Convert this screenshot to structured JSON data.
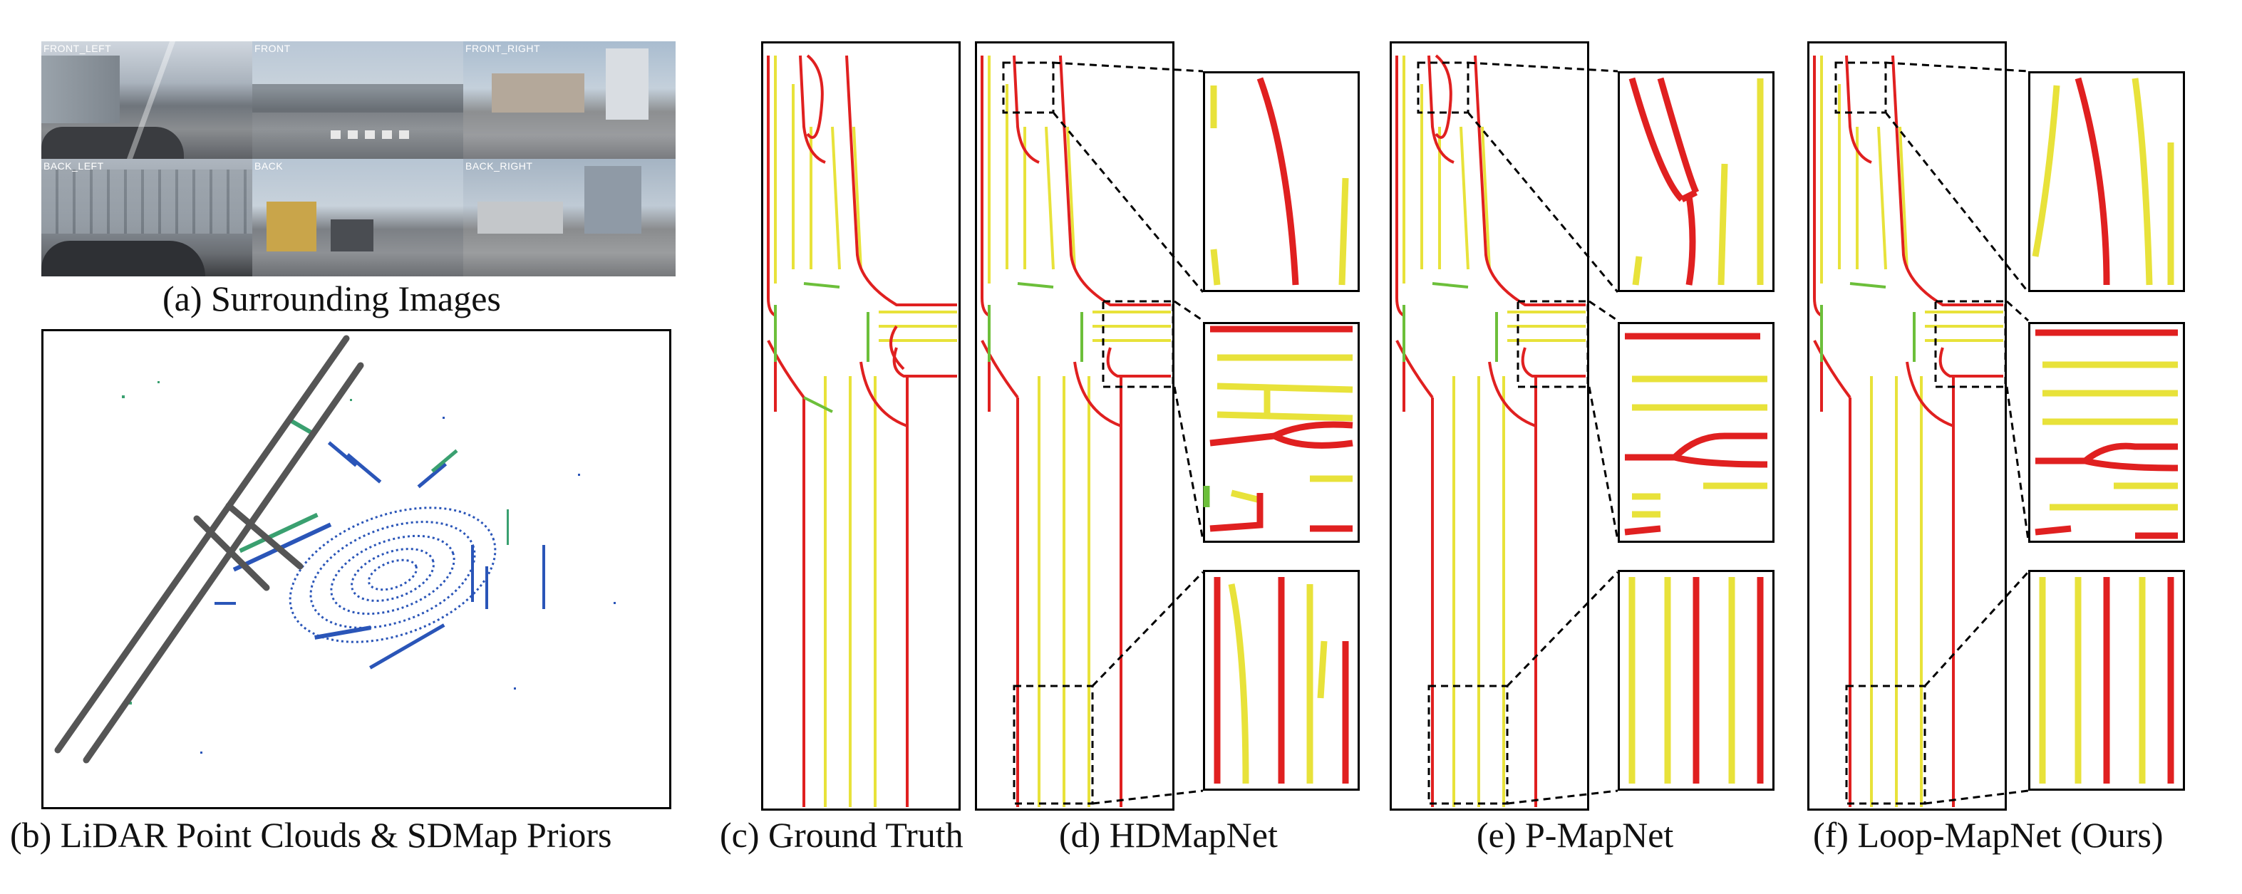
{
  "figure": {
    "captions": {
      "a": "(a) Surrounding Images",
      "b": "(b) LiDAR Point Clouds & SDMap Priors",
      "c": "(c) Ground Truth",
      "d": "(d) HDMapNet",
      "e": "(e) P-MapNet",
      "f": "(f) Loop-MapNet (Ours)"
    },
    "cameras": [
      "FRONT_LEFT",
      "FRONT",
      "FRONT_RIGHT",
      "BACK_LEFT",
      "BACK",
      "BACK_RIGHT"
    ],
    "colors": {
      "divider": "#e8e23a",
      "boundary": "#e02020",
      "crossing": "#6cbf3a",
      "sdmap": "#555555",
      "lidar_blue": "#2a55b8",
      "lidar_green": "#3aa070"
    }
  }
}
